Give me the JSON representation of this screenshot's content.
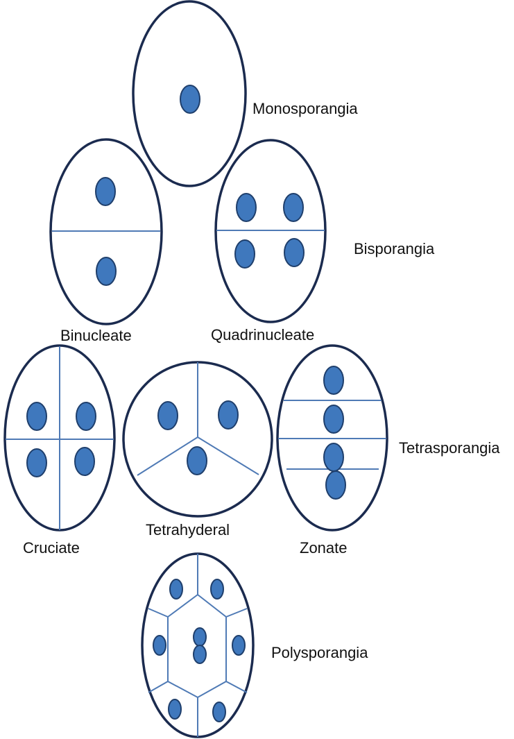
{
  "labels": {
    "monosporangia": "Monosporangia",
    "bisporangia": "Bisporangia",
    "binucleate": "Binucleate",
    "quadrinucleate": "Quadrinucleate",
    "cruciate": "Cruciate",
    "tetrahyderal": "Tetrahyderal",
    "zonate": "Zonate",
    "tetrasporangia": "Tetrasporangia",
    "polysporangia": "Polysporangia"
  },
  "colors": {
    "outline": "#1b2b4f",
    "divider": "#4f7ab5",
    "nucleus_fill": "#3f78bd",
    "nucleus_stroke": "#1f3f6c",
    "text": "#111111"
  }
}
